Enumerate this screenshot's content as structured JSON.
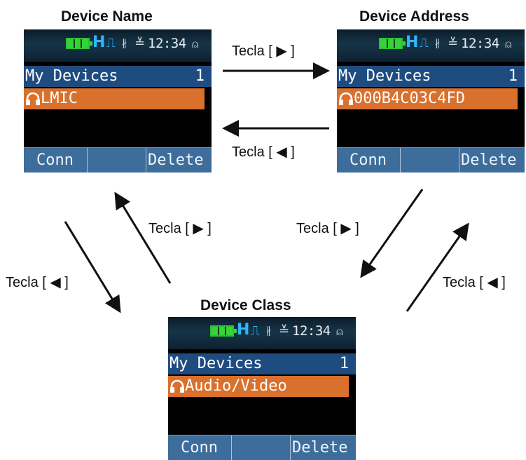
{
  "captions": {
    "name": "Device Name",
    "address": "Device Address",
    "class": "Device Class"
  },
  "key_labels": {
    "top_right": "Tecla [ ▶ ]",
    "top_left": "Tecla [ ◀ ]",
    "mid_left": "Tecla [ ▶ ]",
    "mid_right": "Tecla [ ▶ ]",
    "bottom_left": "Tecla [ ◀ ]",
    "bottom_right": "Tecla [ ◀ ]"
  },
  "screen_name": {
    "time": "12:34",
    "list_title": "My Devices",
    "count": "1",
    "item": "LMIC",
    "softkey_left": "Conn",
    "softkey_right": "Delete"
  },
  "screen_address": {
    "time": "12:34",
    "list_title": "My Devices",
    "count": "1",
    "item": "000B4C03C4FD",
    "softkey_left": "Conn",
    "softkey_right": "Delete"
  },
  "screen_class": {
    "time": "12:34",
    "list_title": "My Devices",
    "count": "1",
    "item": "Audio/Video",
    "softkey_left": "Conn",
    "softkey_right": "Delete"
  },
  "icons": {
    "status_h": "H",
    "signal": "⎍",
    "bluetooth": "∦",
    "data": "≚",
    "alarm": "⍝"
  },
  "colors": {
    "list_header": "#1f4c80",
    "selected_item": "#d9702c",
    "softkey_bar": "#3d6d9b",
    "battery": "#35d43a",
    "status_h": "#2fb6ff"
  }
}
